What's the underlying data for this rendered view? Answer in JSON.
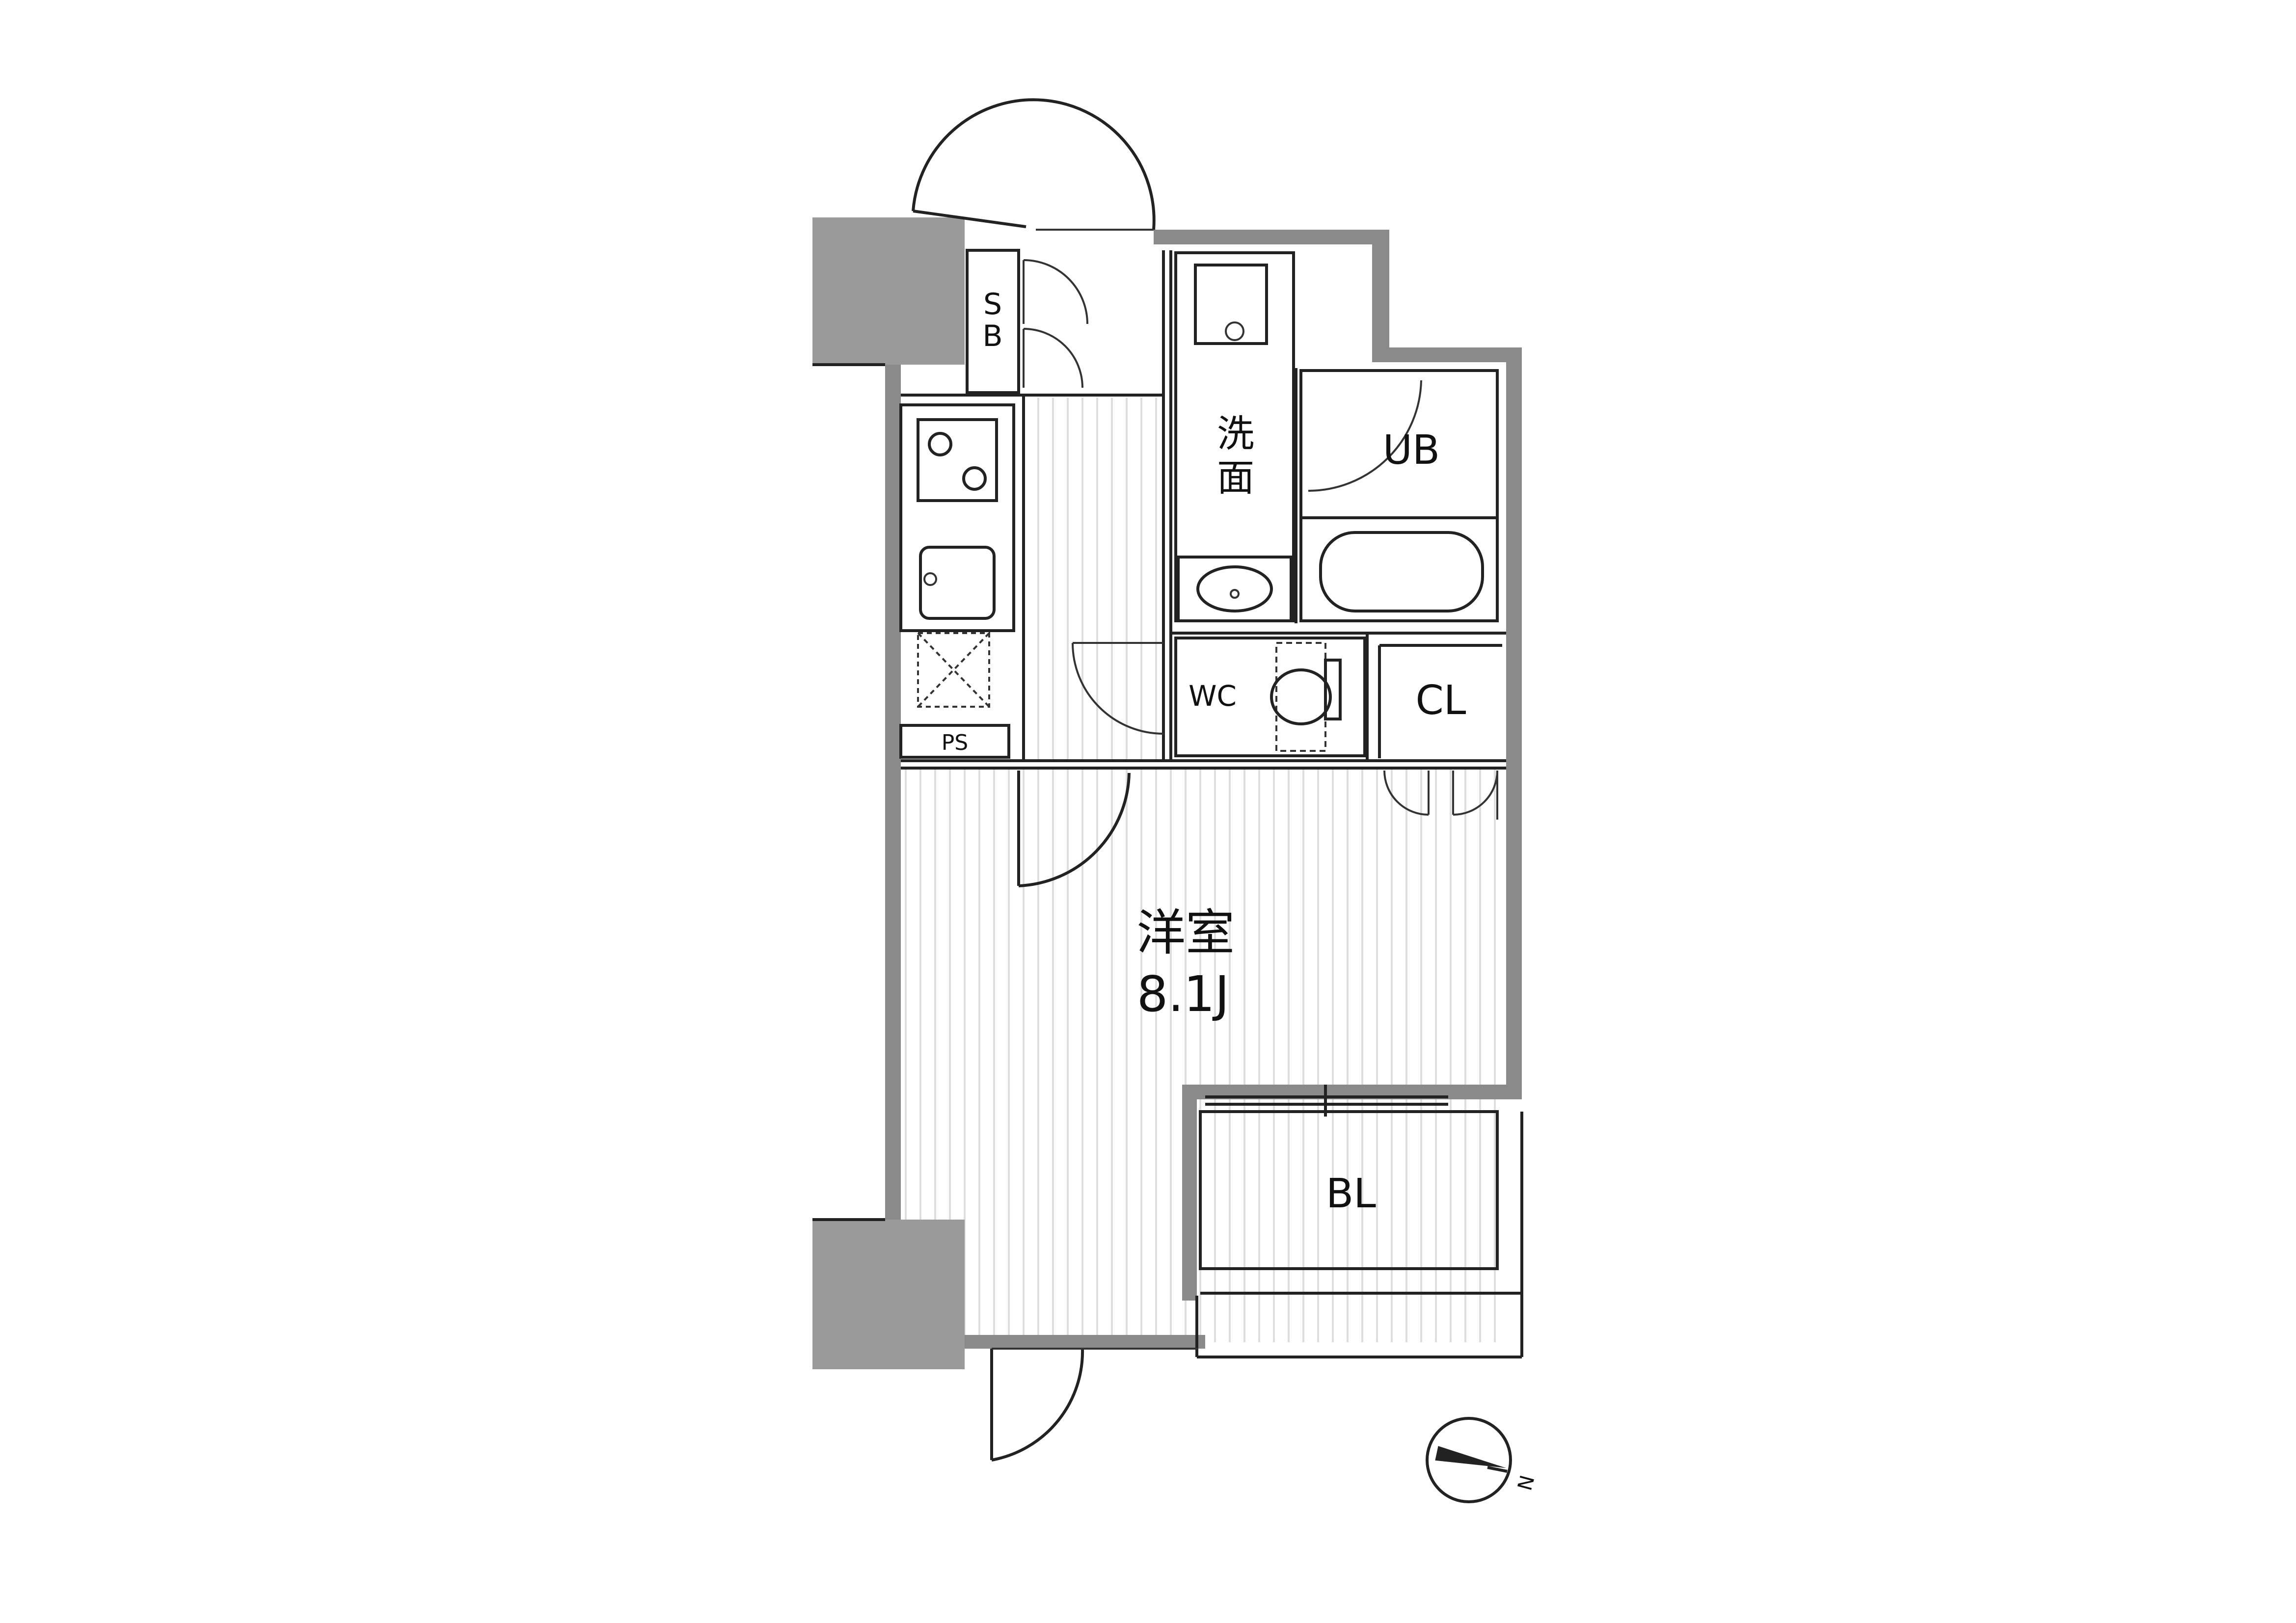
{
  "rooms": {
    "storage_box": [
      "S",
      "B"
    ],
    "washroom": [
      "洗",
      "面"
    ],
    "unit_bath": "UB",
    "toilet": "WC",
    "closet": "CL",
    "pipe_space": "PS",
    "western_room": {
      "name": "洋室",
      "size": "8.1J"
    },
    "balcony": "BL"
  },
  "compass": {
    "north_label": "N"
  },
  "colors": {
    "wall": "#8a8a8a",
    "column": "#9a9a9a",
    "line": "#222222",
    "floor_hatch": "#dcdcdc"
  }
}
